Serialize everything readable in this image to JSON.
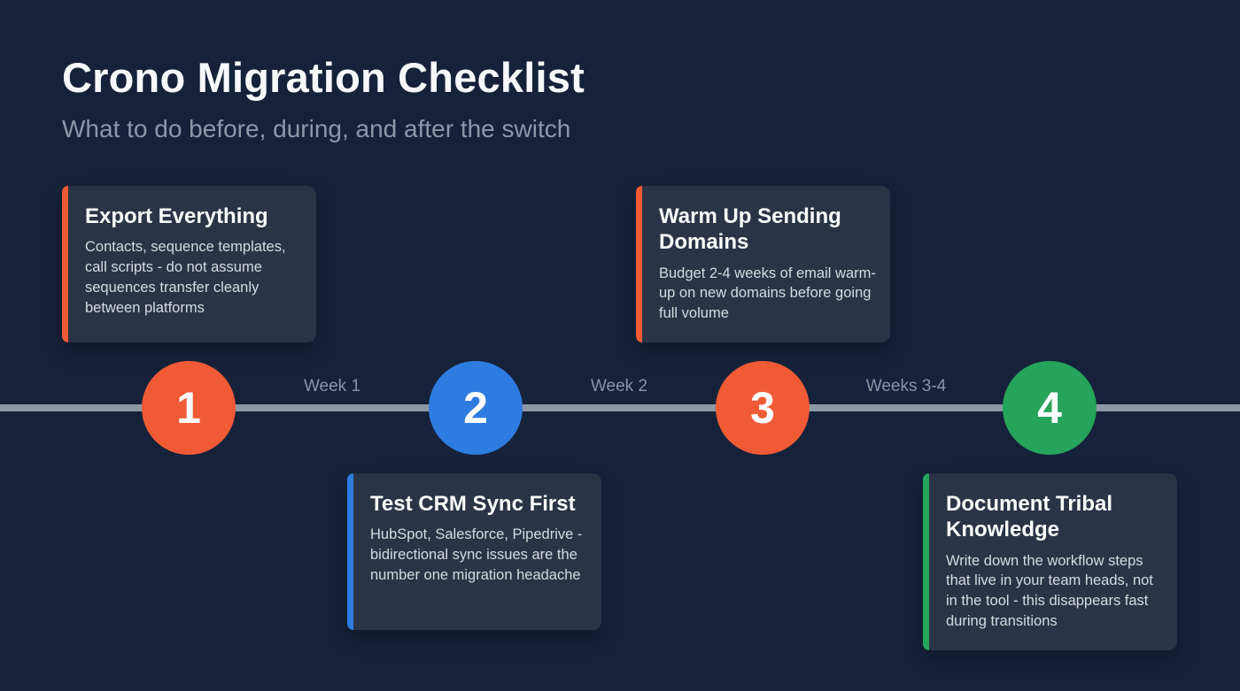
{
  "page": {
    "title": "Crono Migration Checklist",
    "subtitle": "What to do before, during, and after the switch"
  },
  "colors": {
    "background": "#16223a",
    "card_background": "#2b3447",
    "timeline_line": "#8d98a6",
    "step_orange": "#f05b35",
    "step_blue": "#2e7ce0",
    "step_green": "#27a45c"
  },
  "timeline": {
    "labels": [
      {
        "text": "Week 1"
      },
      {
        "text": "Week 2"
      },
      {
        "text": "Weeks 3-4"
      }
    ],
    "steps": [
      {
        "number": "1",
        "color": "#f05b35",
        "position": "above-line",
        "title": "Export Everything",
        "body": "Contacts, sequence templates, call scripts - do not assume sequences transfer cleanly between platforms"
      },
      {
        "number": "2",
        "color": "#2e7ce0",
        "position": "below-line",
        "title": "Test CRM Sync First",
        "body": "HubSpot, Salesforce, Pipedrive - bidirectional sync issues are the number one migration headache"
      },
      {
        "number": "3",
        "color": "#f05b35",
        "position": "above-line",
        "title": "Warm Up Sending Domains",
        "body": "Budget 2-4 weeks of email warm-up on new domains before going full volume"
      },
      {
        "number": "4",
        "color": "#27a45c",
        "position": "below-line",
        "title": "Document Tribal Knowledge",
        "body": "Write down the workflow steps that live in your team heads, not in the tool - this disappears fast during transitions"
      }
    ]
  }
}
